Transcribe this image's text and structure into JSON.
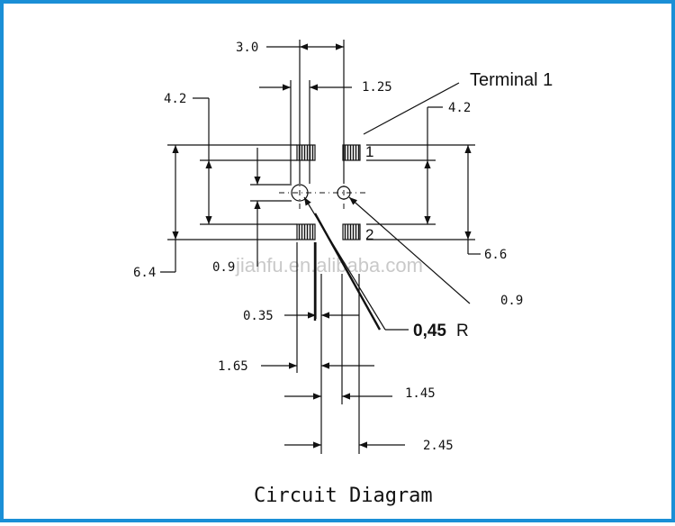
{
  "diagram": {
    "caption": "Circuit Diagram",
    "terminal_label": "Terminal 1",
    "pin_1": "1",
    "pin_2": "2",
    "radius_value": "0,45",
    "radius_unit": "R",
    "watermark": "jianfu.en.alibaba.com",
    "dimensions": {
      "d_3_0": "3.0",
      "d_1_25": "1.25",
      "d_4_2_left": "4.2",
      "d_4_2_right": "4.2",
      "d_6_6": "6.6",
      "d_6_4": "6.4",
      "d_0_9_left": "0.9",
      "d_0_9_right": "0.9",
      "d_0_35": "0.35",
      "d_1_65": "1.65",
      "d_1_45": "1.45",
      "d_2_45": "2.45"
    }
  }
}
